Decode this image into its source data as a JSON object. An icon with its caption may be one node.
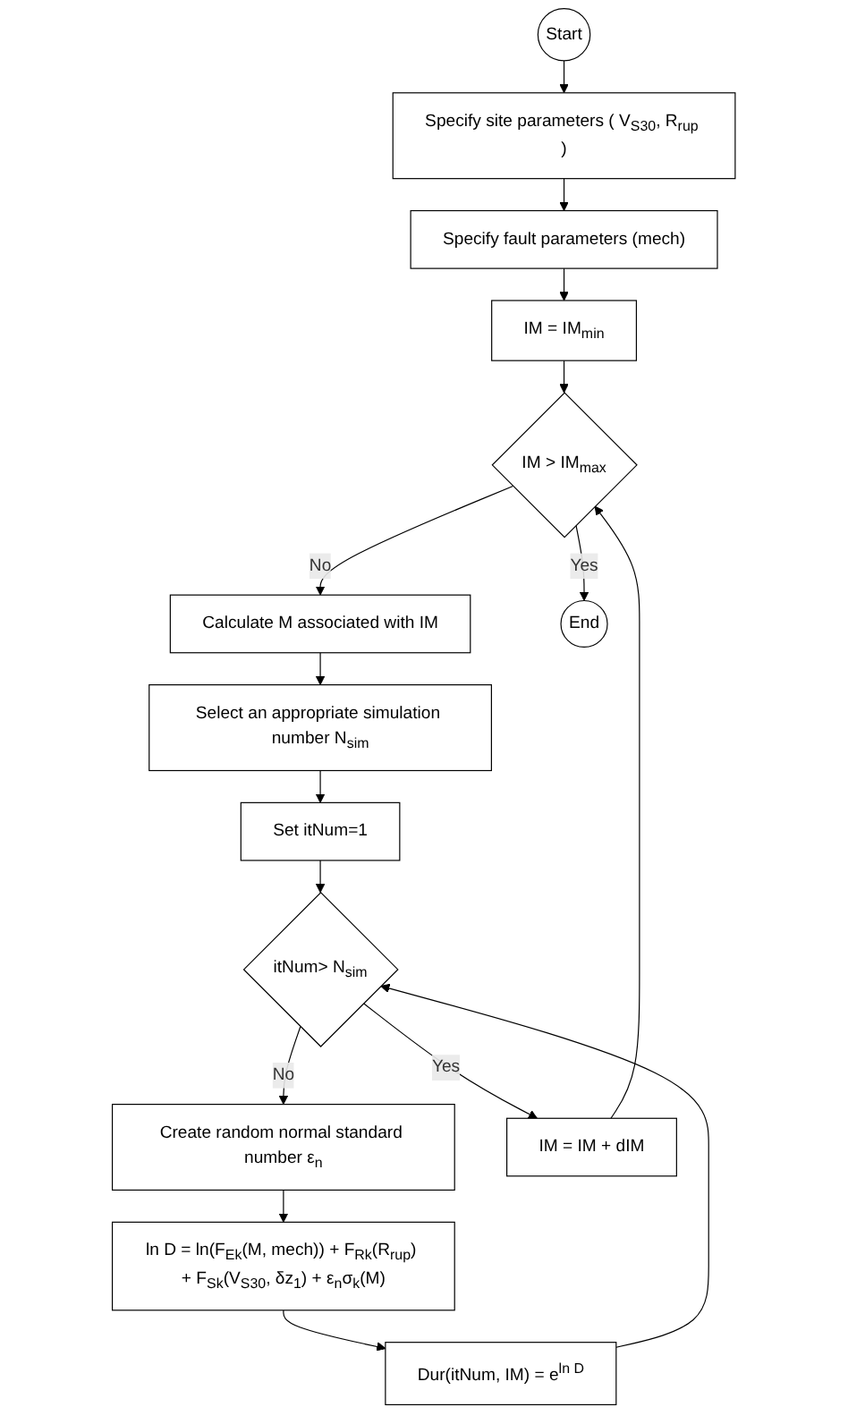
{
  "diagram": {
    "nodes": [
      {
        "text": [
          "Start"
        ]
      },
      {
        "text": [
          "Specify site parameters ( V$_{S30}$, R$_{rup}$ )"
        ]
      },
      {
        "text": [
          "Specify fault parameters (mech)"
        ]
      },
      {
        "text": [
          "IM = IM$_{min}$"
        ]
      },
      {
        "text": [
          "IM > IM$_{max}$"
        ]
      },
      {
        "text": [
          "Calculate M associated with IM"
        ]
      },
      {
        "text": [
          "Select an appropriate simulation number N$_{sim}$"
        ]
      },
      {
        "text": [
          "Set itNum=1"
        ]
      },
      {
        "text": [
          "itNum> N$_{sim}$"
        ]
      },
      {
        "text": [
          "Create random normal standard number ε$_{n}$"
        ]
      },
      {
        "text": [
          "ln D = ln(F$_{Ek}$(M, mech)) + F$_{Rk}$(R$_{rup}$) + F$_{Sk}$(V$_{S30}$, δz$_{1}$) + ε$_{n}$σ$_{k}$(M)"
        ]
      },
      {
        "text": [
          "Dur(itNum, IM) = e$^{ln D}$"
        ]
      },
      {
        "text": [
          "IM = IM + dIM"
        ]
      },
      {
        "text": [
          "End"
        ]
      }
    ],
    "edges": [
      {
        "from": 0,
        "to": 1,
        "arrow": "to"
      },
      {
        "from": 1,
        "to": 2,
        "arrow": "to"
      },
      {
        "from": 2,
        "to": 3,
        "arrow": "to"
      },
      {
        "from": 3,
        "to": 4,
        "arrow": "to"
      },
      {
        "from": 4,
        "to": 5,
        "arrow": "to",
        "label": "No"
      },
      {
        "from": 4,
        "to": 13,
        "arrow": "to",
        "label": "Yes"
      },
      {
        "from": 5,
        "to": 6,
        "arrow": "to"
      },
      {
        "from": 6,
        "to": 7,
        "arrow": "to"
      },
      {
        "from": 7,
        "to": 8,
        "arrow": "to"
      },
      {
        "from": 8,
        "to": 9,
        "arrow": "to",
        "label": "No"
      },
      {
        "from": 8,
        "to": 12,
        "arrow": "to",
        "label": "Yes"
      },
      {
        "from": 9,
        "to": 10,
        "arrow": "to"
      },
      {
        "from": 10,
        "to": 11,
        "arrow": "to"
      },
      {
        "from": 11,
        "to": 8,
        "arrow": "to"
      },
      {
        "from": 12,
        "to": 4,
        "arrow": "to"
      }
    ]
  }
}
